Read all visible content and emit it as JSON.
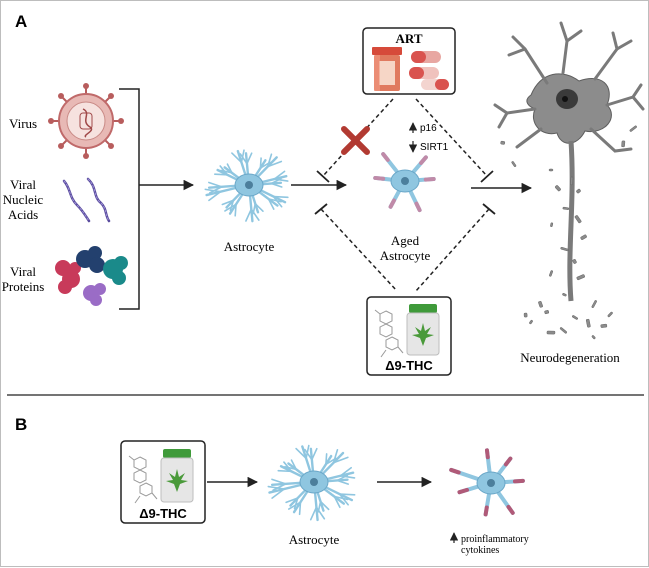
{
  "panel_a": {
    "label": "A",
    "inputs": [
      {
        "label": "Virus"
      },
      {
        "label": "Viral Nucleic Acids",
        "lines": [
          "Viral",
          "Nucleic",
          "Acids"
        ]
      },
      {
        "label": "Viral Proteins",
        "lines": [
          "Viral",
          "Proteins"
        ]
      }
    ],
    "astrocyte_label": "Astrocyte",
    "art_label": "ART",
    "markers": {
      "p16": "p16",
      "sirt1": "SIRT1"
    },
    "aged_astrocyte_lines": [
      "Aged",
      "Astrocyte"
    ],
    "thc_label": "Δ9-THC",
    "neuron_label": "Neurodegeneration"
  },
  "panel_b": {
    "label": "B",
    "thc_label": "Δ9-THC",
    "astrocyte_label": "Astrocyte",
    "cytokine_lines": [
      "proinflammatory",
      "cytokines"
    ]
  },
  "colors": {
    "astrocyte": "#8fc6e0",
    "astrocyte_dark": "#6aa7c8",
    "neuron": "#8c8c8c",
    "inhibit_x": "#b23a32",
    "virus": "#c06a6a",
    "nucleic": "#5a4c9e",
    "inflamed_tips": "#b05a78"
  }
}
